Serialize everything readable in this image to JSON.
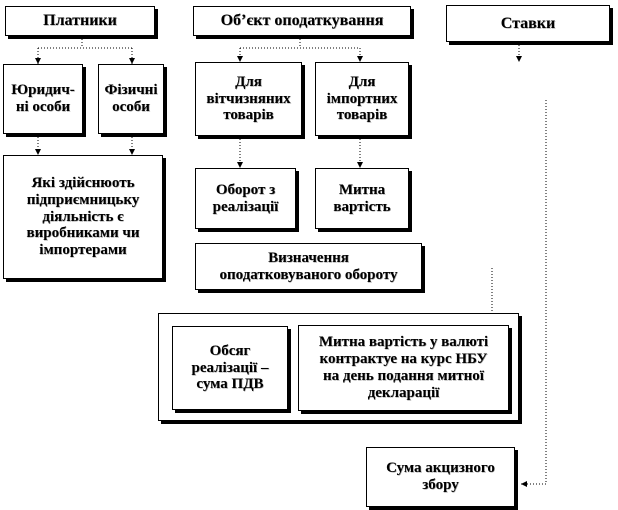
{
  "diagram": {
    "headers": {
      "payers": "Платники",
      "tax_object": "Об’єкт оподаткування",
      "rates": "Ставки"
    },
    "payers": {
      "legal_entities": "Юридич-\nні особи",
      "individuals": "Фізичні\nособи",
      "description": "Які здійснюоть\nпідприємницьку\nдіяльність є\nвиробниками чи\nімпортерами"
    },
    "object": {
      "domestic_goods": "Для\nвітчизняних\nтоварів",
      "import_goods": "Для\nімпортних\nтоварів",
      "sales_turnover": "Оборот з\nреалізації",
      "customs_value": "Митна\nвартість",
      "taxable_turnover": "Визначення\nоподатковуваного обороту",
      "sales_volume": "Обсяг\nреалізації –\nсума ПДВ",
      "customs_value_currency": "Митна вартість у валюті\nконтрактуе на курс НБУ\nна день подання митної\nдекларації"
    },
    "result": {
      "excise_sum": "Сума акцизного\nзбору"
    }
  }
}
